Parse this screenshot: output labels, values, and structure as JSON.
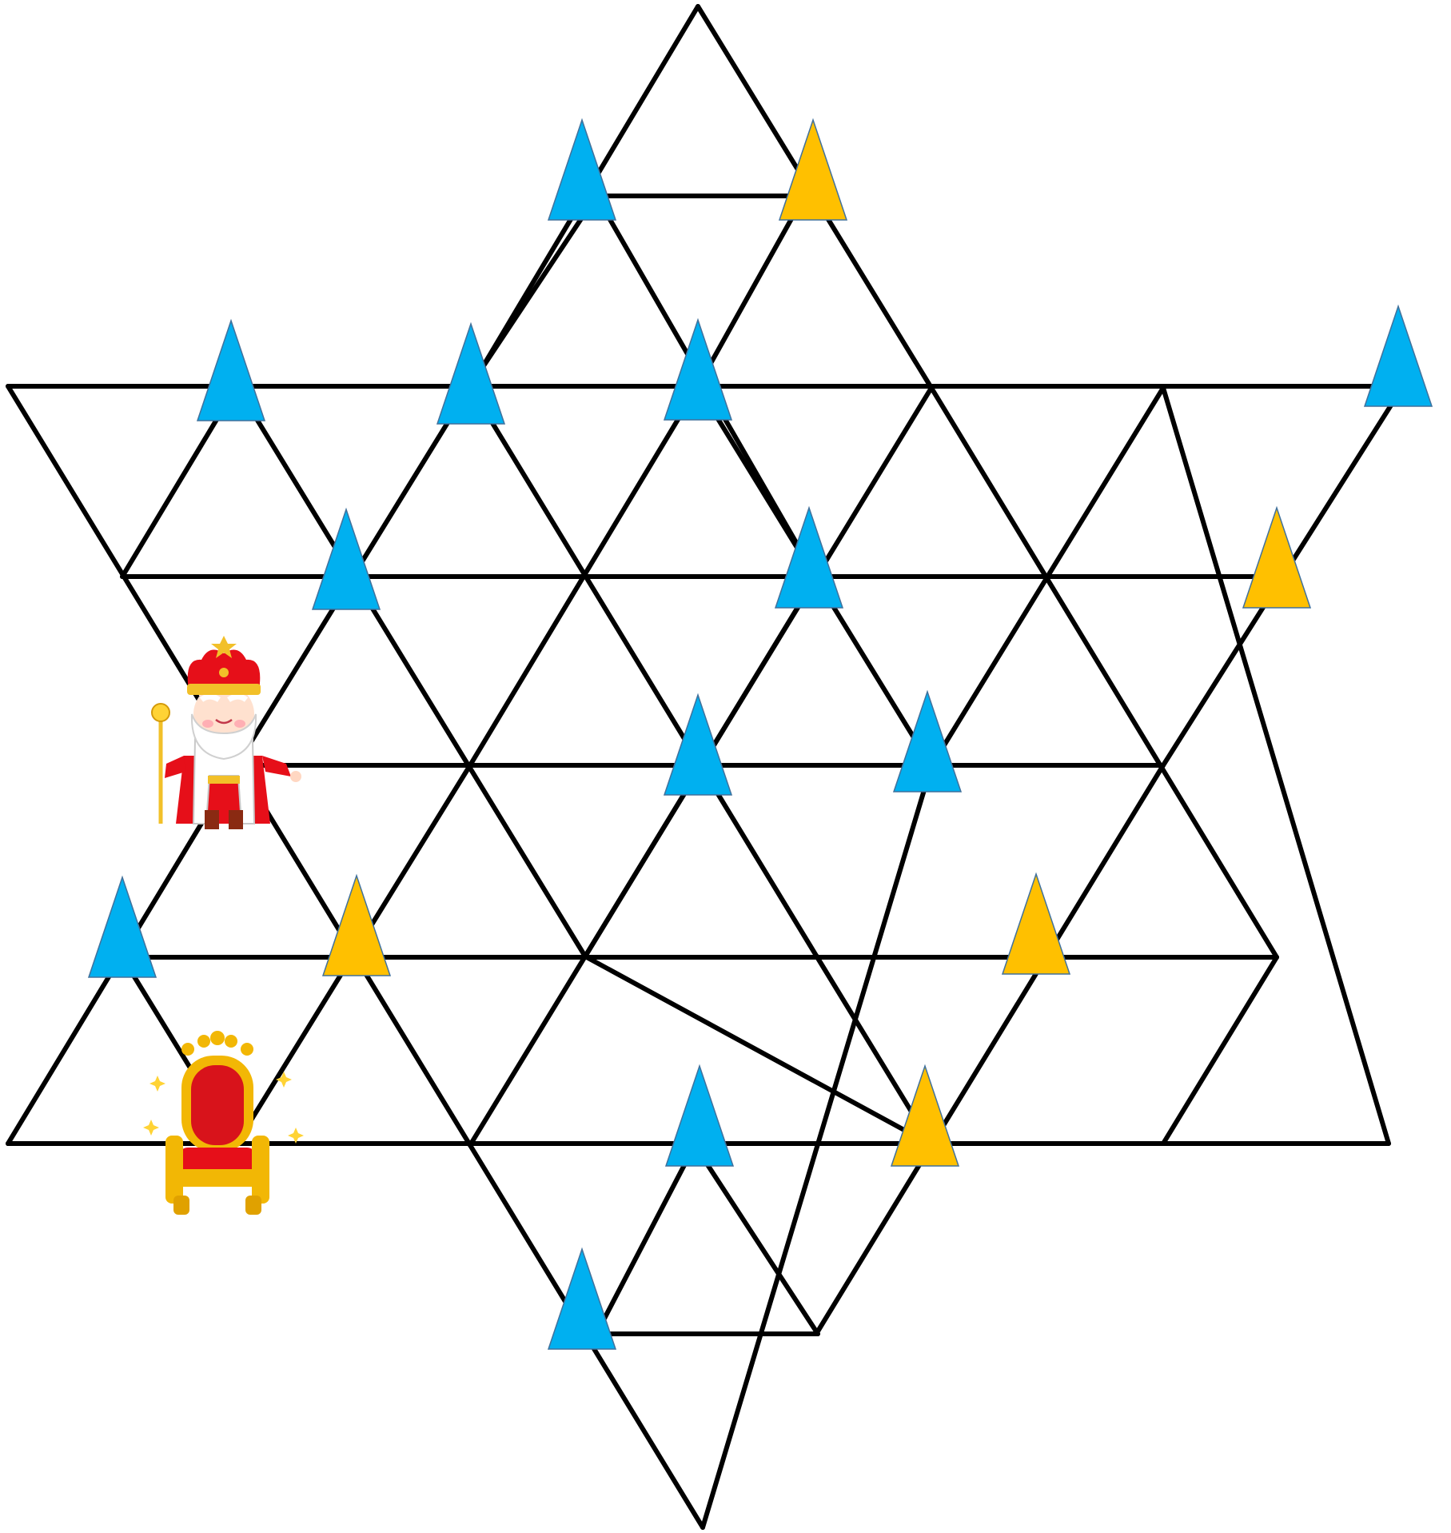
{
  "colors": {
    "background": "#ffffff",
    "grid_line": "#000000",
    "marker_blue": "#00b0f0",
    "marker_yellow": "#ffc000",
    "marker_outline": "#41719c"
  },
  "board": {
    "shape": "hexagram-triangular-grid",
    "markers": [
      {
        "color": "blue"
      },
      {
        "color": "yellow"
      },
      {
        "color": "blue"
      },
      {
        "color": "blue"
      },
      {
        "color": "blue"
      },
      {
        "color": "blue"
      },
      {
        "color": "blue"
      },
      {
        "color": "blue"
      },
      {
        "color": "yellow"
      },
      {
        "color": "blue"
      },
      {
        "color": "blue"
      },
      {
        "color": "blue"
      },
      {
        "color": "yellow"
      },
      {
        "color": "yellow"
      },
      {
        "color": "blue"
      },
      {
        "color": "yellow"
      },
      {
        "color": "blue"
      }
    ],
    "pieces": [
      {
        "name": "king",
        "icon": "king-icon"
      },
      {
        "name": "throne",
        "icon": "throne-icon"
      }
    ]
  }
}
